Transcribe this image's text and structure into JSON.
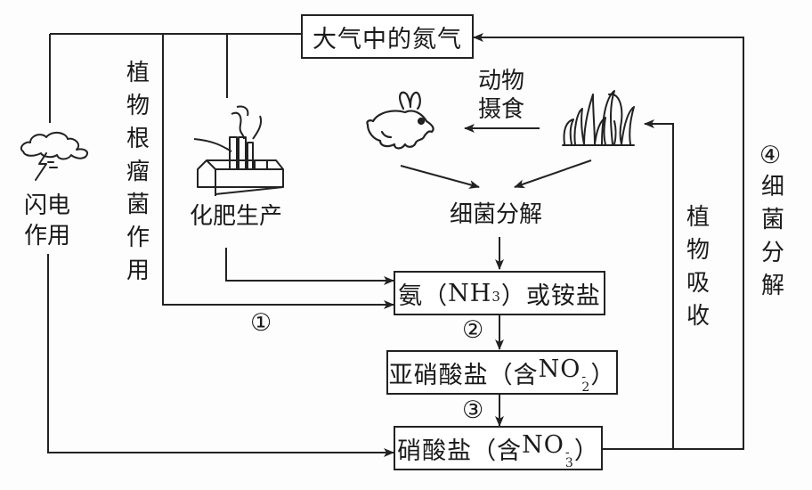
{
  "title": "氮循环示意图",
  "nodes": {
    "atmosphere": "大气中的氮气",
    "ammonia": {
      "prefix": "氨（",
      "formula": "NH",
      "sub": "3",
      "suffix": "）或铵盐"
    },
    "nitrite": {
      "prefix": "亚硝酸盐（含",
      "formula": "NO",
      "sub": "2",
      "sup": "-",
      "suffix": "）"
    },
    "nitrate": {
      "prefix": "硝酸盐（含",
      "formula": "NO",
      "sub": "3",
      "sup": "-",
      "suffix": "）"
    }
  },
  "labels": {
    "lightning": "闪电作用",
    "root_nodule": "植物根瘤菌作用",
    "fertilizer": "化肥生产",
    "animal_eating": [
      "动物",
      "摄食"
    ],
    "bacteria_decomp": "细菌分解",
    "plant_absorb": "植物吸收",
    "bacteria_decomp_4": "细菌分解"
  },
  "step_markers": {
    "step1": "①",
    "step2": "②",
    "step3": "③",
    "step4": "④"
  },
  "pictures": {
    "lightning": "lightning-cloud-icon",
    "factory": "factory-icon",
    "rabbit": "rabbit-icon",
    "grass": "grass-icon"
  },
  "colors": {
    "line": "#222222",
    "background": "#fdfdfd"
  }
}
